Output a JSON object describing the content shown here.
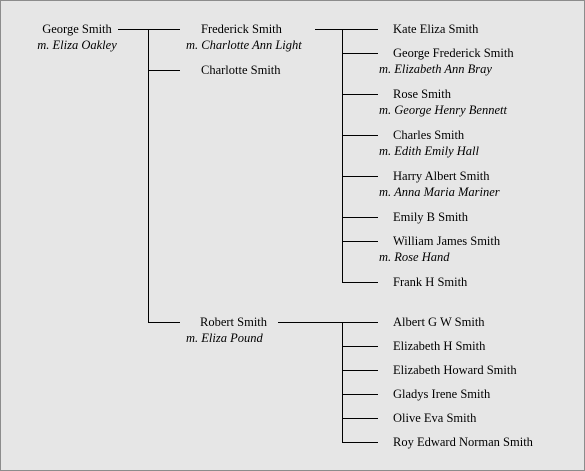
{
  "root": {
    "name": "George Smith",
    "spouse": "Eliza Oakley"
  },
  "spouse_prefix": "m.",
  "children": [
    {
      "name": "Frederick Smith",
      "spouse": "Charlotte Ann Light",
      "children": [
        {
          "name": "Kate Eliza Smith",
          "spouse": ""
        },
        {
          "name": "George Frederick Smith",
          "spouse": "Elizabeth Ann Bray"
        },
        {
          "name": "Rose Smith",
          "spouse": "George Henry Bennett"
        },
        {
          "name": "Charles Smith",
          "spouse": "Edith Emily Hall"
        },
        {
          "name": "Harry Albert Smith",
          "spouse": "Anna Maria Mariner"
        },
        {
          "name": "Emily B Smith",
          "spouse": ""
        },
        {
          "name": "William James Smith",
          "spouse": "Rose Hand"
        },
        {
          "name": "Frank H Smith",
          "spouse": ""
        }
      ]
    },
    {
      "name": "Charlotte Smith",
      "spouse": "",
      "children": []
    },
    {
      "name": "Robert Smith",
      "spouse": "Eliza Pound",
      "children": [
        {
          "name": "Albert G W Smith",
          "spouse": ""
        },
        {
          "name": "Elizabeth H Smith",
          "spouse": ""
        },
        {
          "name": "Elizabeth Howard Smith",
          "spouse": ""
        },
        {
          "name": "Gladys Irene Smith",
          "spouse": ""
        },
        {
          "name": "Olive Eva Smith",
          "spouse": ""
        },
        {
          "name": "Roy Edward Norman Smith",
          "spouse": ""
        }
      ]
    }
  ]
}
